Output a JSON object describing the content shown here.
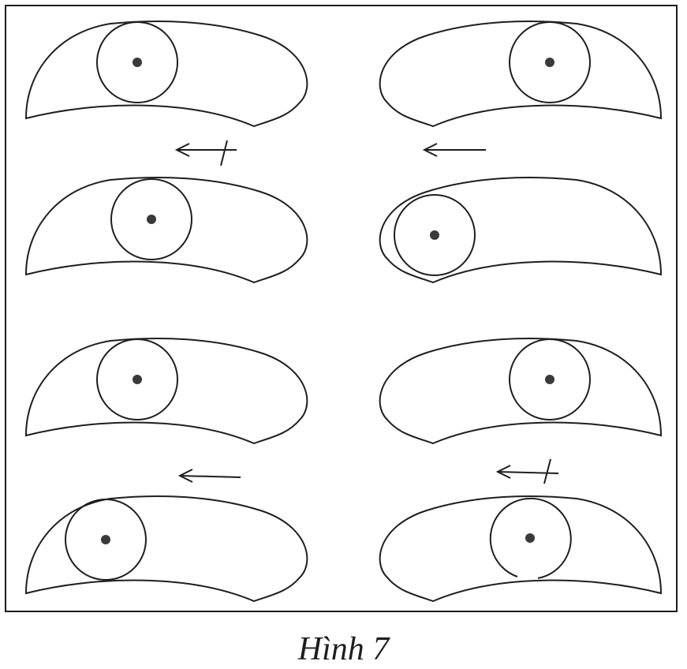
{
  "figure": {
    "caption": "Hình 7",
    "colors": {
      "stroke": "#1e1e1e",
      "pupil": "#3a3a3a",
      "background": "#ffffff"
    },
    "panels": [
      {
        "id": "top-left-upper",
        "eye_direction": "left",
        "pupil_position": "center"
      },
      {
        "id": "top-left-lower",
        "eye_direction": "left",
        "pupil_position": "center"
      },
      {
        "id": "top-right-upper",
        "eye_direction": "right",
        "pupil_position": "center"
      },
      {
        "id": "top-right-lower",
        "eye_direction": "right",
        "pupil_position": "inner-corner"
      },
      {
        "id": "bottom-left-upper",
        "eye_direction": "left",
        "pupil_position": "center"
      },
      {
        "id": "bottom-left-lower",
        "eye_direction": "left",
        "pupil_position": "outer-corner"
      },
      {
        "id": "bottom-right-upper",
        "eye_direction": "right",
        "pupil_position": "center"
      },
      {
        "id": "bottom-right-lower",
        "eye_direction": "right",
        "pupil_position": "center-blocked"
      }
    ],
    "arrows": [
      {
        "id": "arrow-top-left",
        "direction": "left",
        "blocked": true
      },
      {
        "id": "arrow-top-right",
        "direction": "left",
        "blocked": false
      },
      {
        "id": "arrow-bottom-left",
        "direction": "left",
        "blocked": false
      },
      {
        "id": "arrow-bottom-right",
        "direction": "left",
        "blocked": true
      }
    ]
  }
}
